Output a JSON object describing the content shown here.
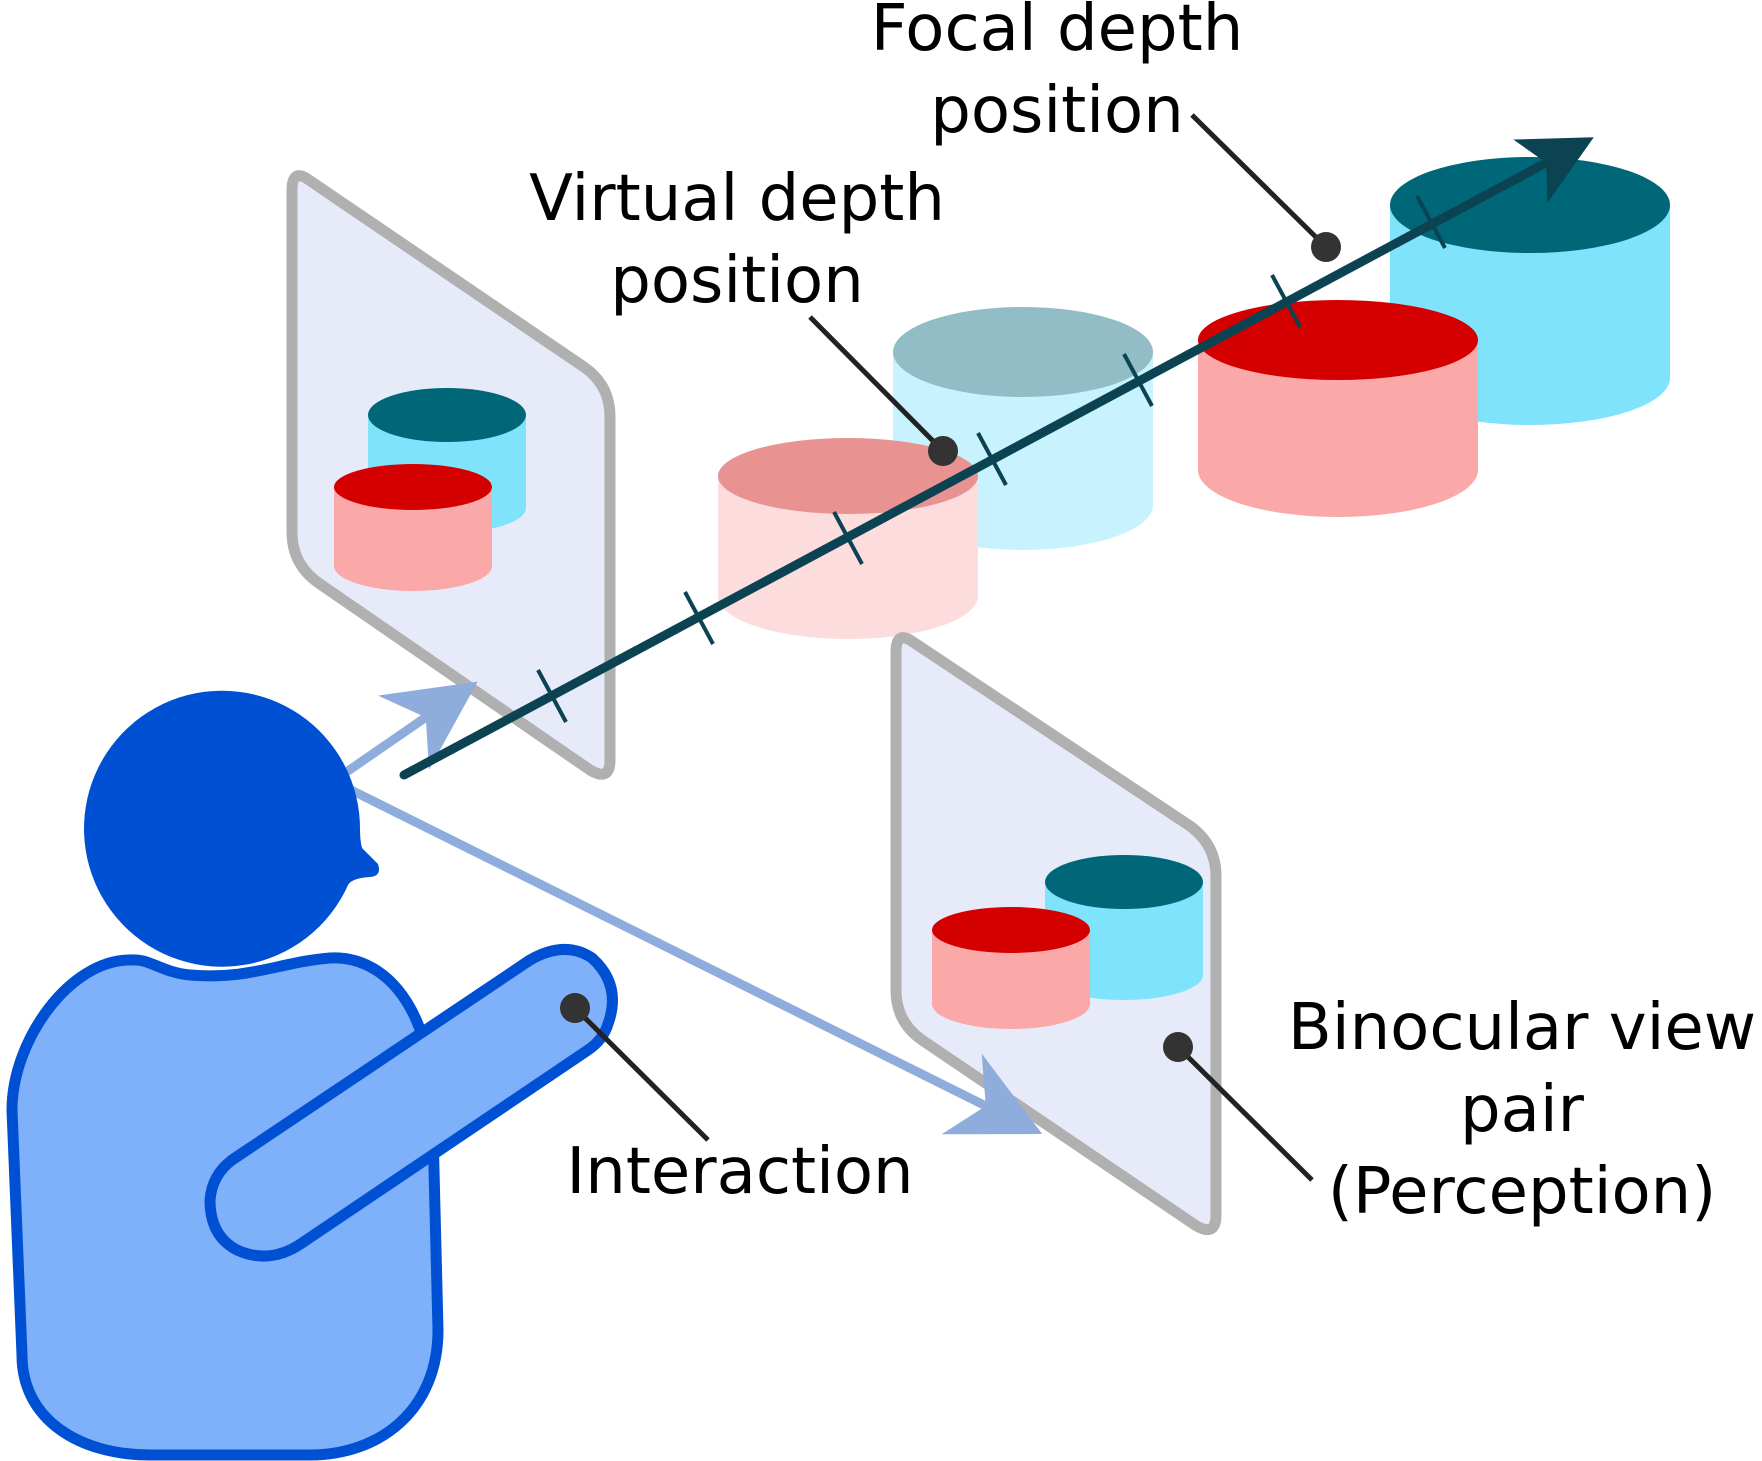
{
  "labels": {
    "focal_depth": [
      "Focal depth",
      "position"
    ],
    "virtual_depth": [
      "Virtual depth",
      "position"
    ],
    "interaction": "Interaction",
    "binocular": [
      "Binocular view",
      "pair",
      "(Perception)"
    ]
  },
  "colors": {
    "axis": "#0b4352",
    "teal_top": "#006779",
    "cyan_side": "#7fe4fb",
    "red_top": "#d40000",
    "pink_side": "#fba8a8",
    "person_fill": "#7fb0fa",
    "person_stroke": "#0050d4",
    "head": "#0050d4",
    "panel_fill": "#e7ebf9",
    "panel_stroke": "#b0b0b0",
    "gaze_arrow": "#8eacdc",
    "leader": "#222222",
    "dot": "#333333"
  },
  "icons": {
    "user": "person-head-and-body-icon",
    "gaze": "gaze-arrow-icon"
  }
}
